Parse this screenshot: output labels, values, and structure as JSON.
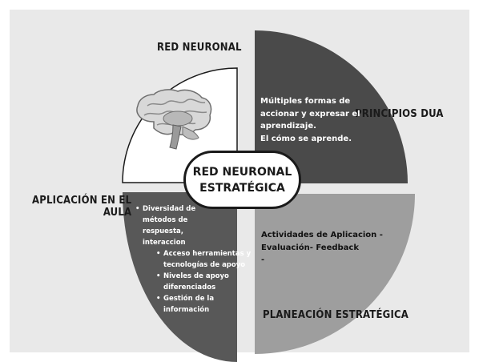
{
  "diagram": {
    "center_title_line1": "RED NEURONAL",
    "center_title_line2": "ESTRATÉGICA",
    "labels": {
      "top_left": "RED NEURONAL",
      "top_right": "PRINCIPIOS DUA",
      "bottom_left_line1": "APLICACIÓN EN EL",
      "bottom_left_line2": "AULA",
      "bottom_right": "PLANEACIÓN ESTRATÉGICA"
    },
    "quadrants": {
      "top_right": {
        "line1": "Múltiples formas de",
        "line2": "accionar y expresar el",
        "line3": "aprendizaje.",
        "line4": "El cómo se aprende."
      },
      "bottom_right": {
        "line1": "Actividades de Aplicacion -",
        "line2": "Evaluación-  Feedback",
        "line3": "-"
      },
      "bottom_left": {
        "item1_line1": "Diversidad de",
        "item1_line2": "métodos de",
        "item1_line3": "respuesta,",
        "item1_line4": "interaccion",
        "sub1_line1": "Acceso herramientas y",
        "sub1_line2": "tecnologías de apoyo",
        "sub2_line1": "Niveles de apoyo",
        "sub2_line2": "diferenciados",
        "sub3_line1": "Gestión de la",
        "sub3_line2": "información"
      }
    },
    "icons": {
      "top_left": "brain-icon"
    },
    "colors": {
      "background": "#e9e9e9",
      "top_left_fill": "#ffffff",
      "top_right_fill": "#4a4a4a",
      "bottom_right_fill": "#9e9e9e",
      "bottom_left_fill": "#585858"
    }
  }
}
